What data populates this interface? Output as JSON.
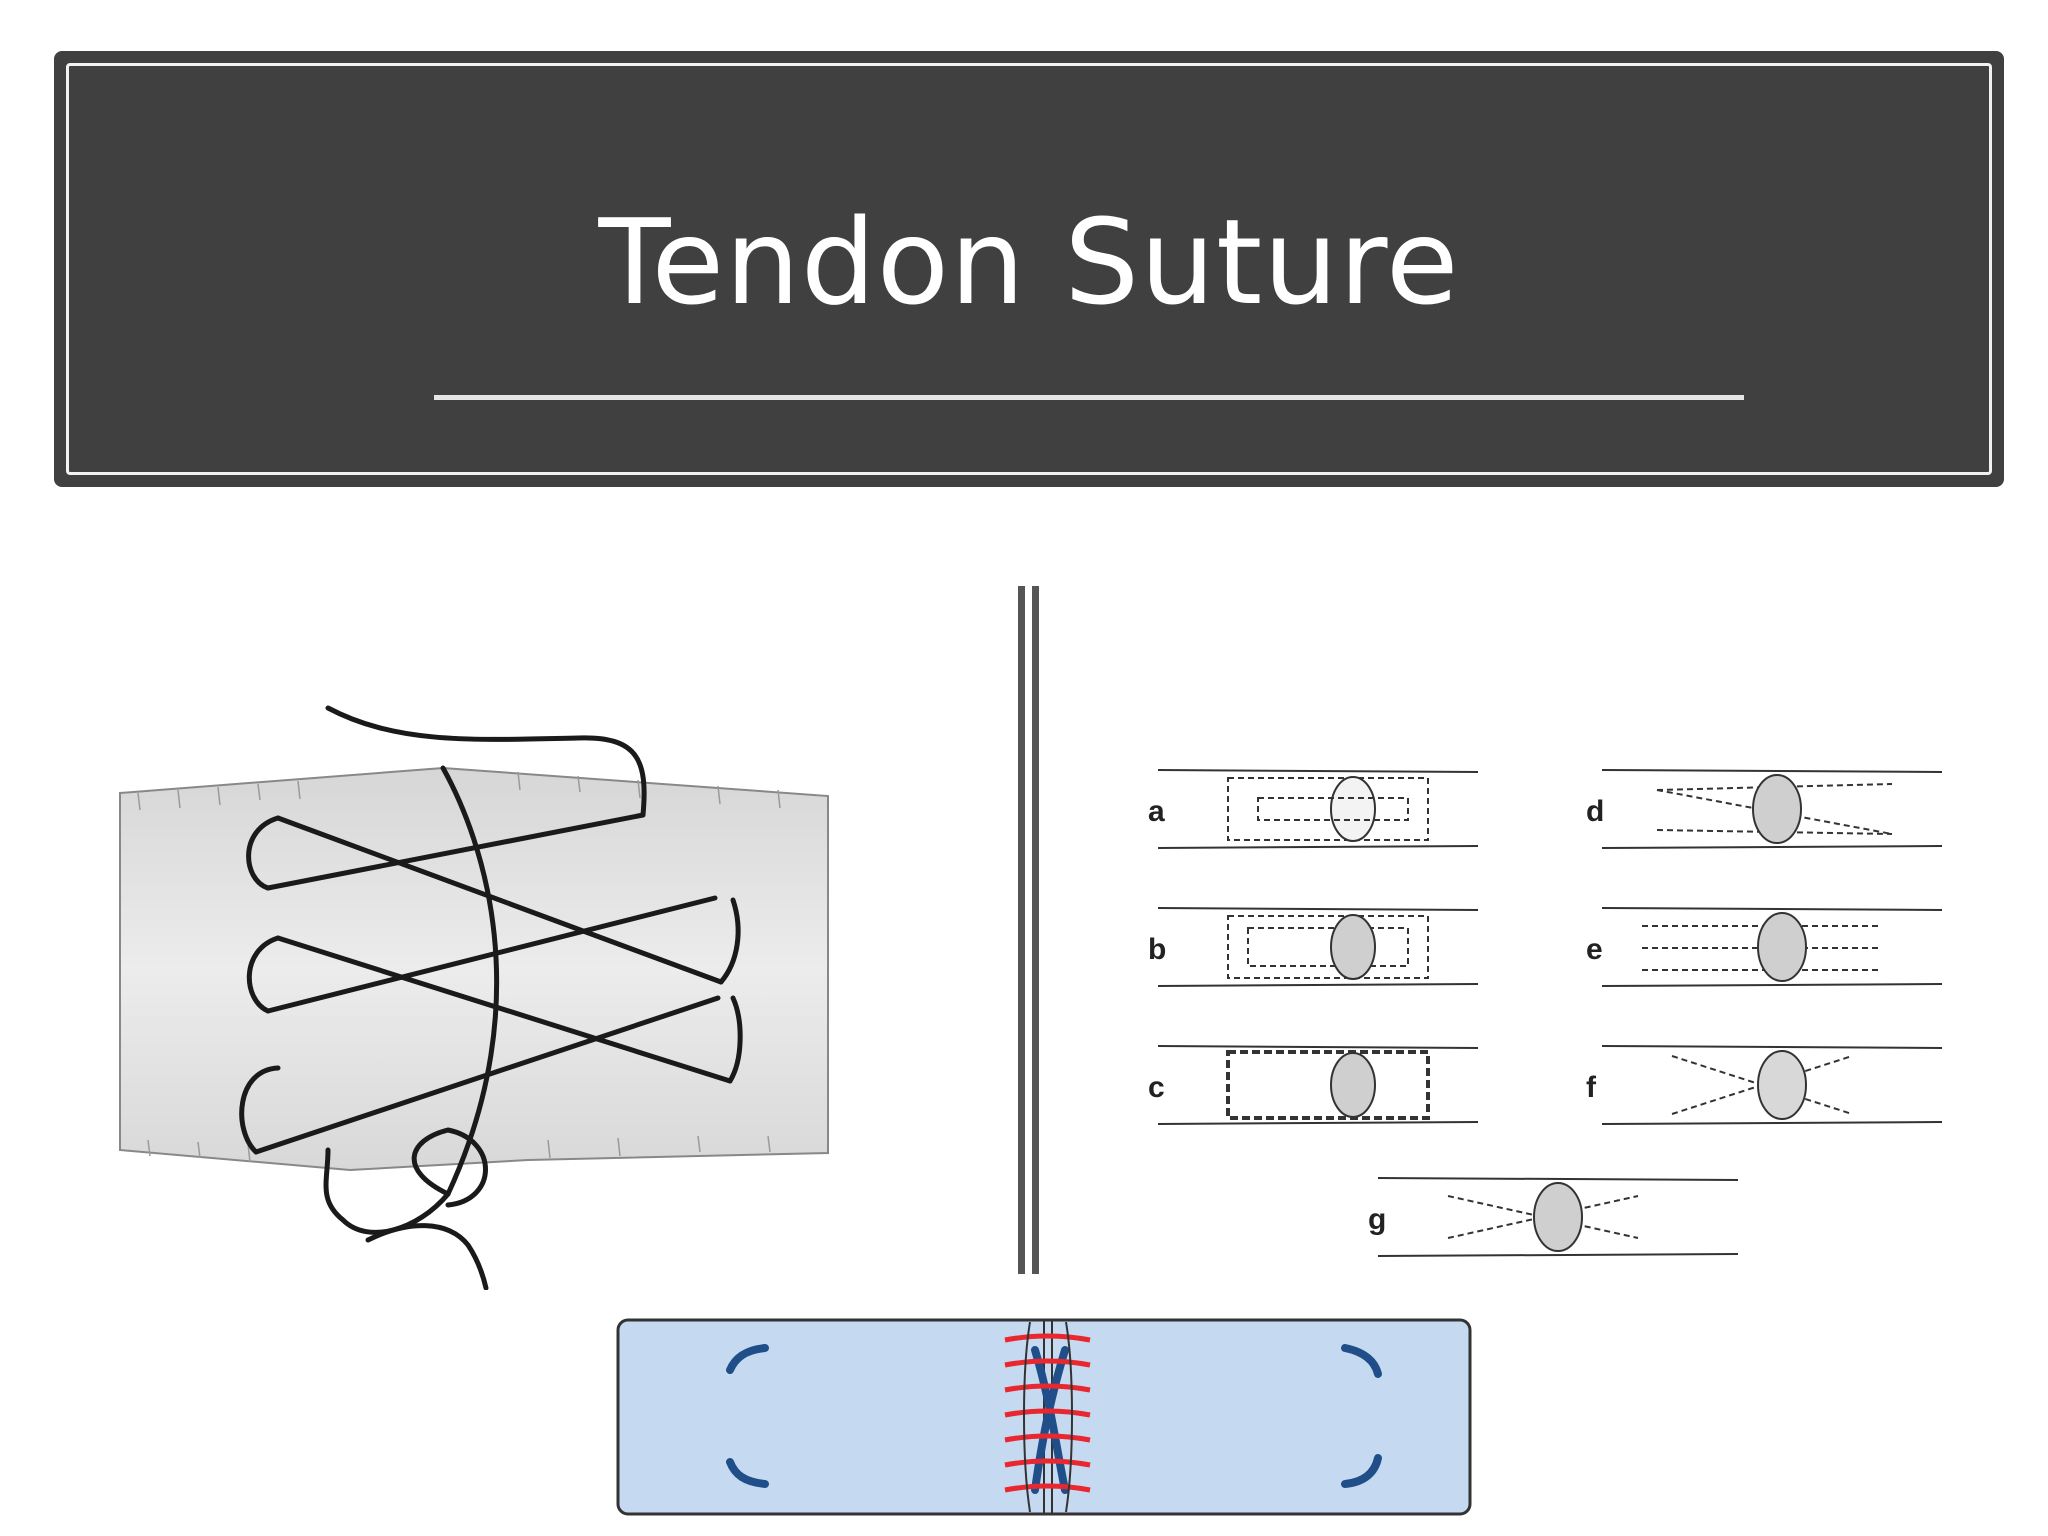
{
  "slide": {
    "title": "Tendon Suture"
  },
  "figures": {
    "kessler_diagram": {
      "icon": "tendon-crisscross-suture-illustration"
    },
    "technique_panels": {
      "labels": [
        "a",
        "b",
        "c",
        "d",
        "e",
        "f",
        "g"
      ]
    },
    "core_suture_diagram": {
      "icon": "tendon-core-epitendinous-suture-illustration"
    }
  },
  "colors": {
    "title_bg": "#404040",
    "tendon_fill": "#c5d9f1",
    "suture_red": "#e8272f",
    "suture_blue": "#1f4e89"
  }
}
